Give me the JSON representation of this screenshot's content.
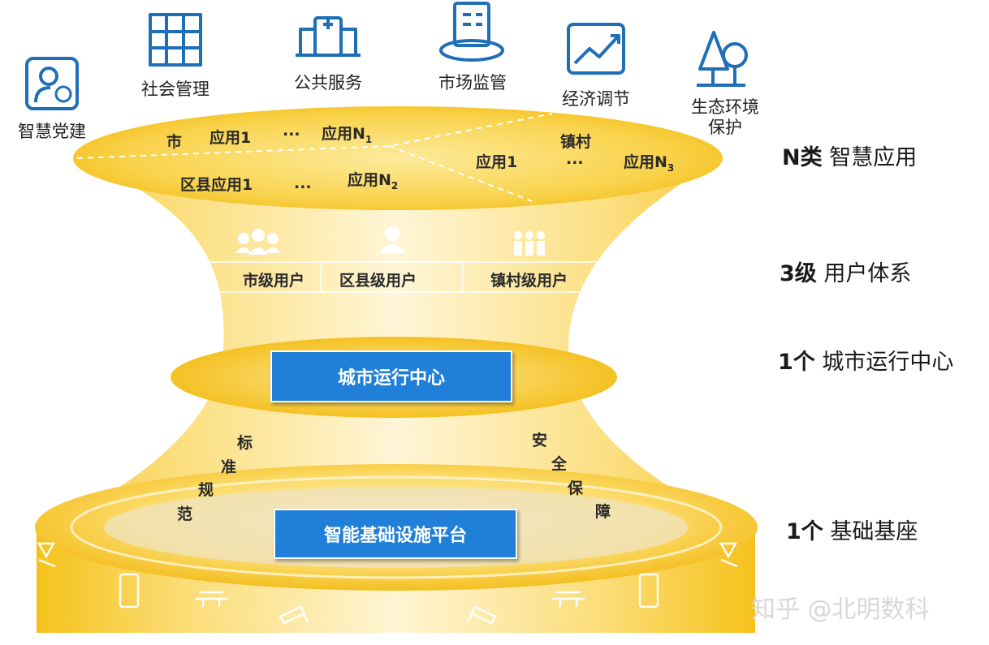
{
  "top_icons": [
    {
      "label": "智慧党建",
      "icon": "party-badge-icon"
    },
    {
      "label": "社会管理",
      "icon": "grid-icon"
    },
    {
      "label": "公共服务",
      "icon": "hospital-building-icon"
    },
    {
      "label": "市场监管",
      "icon": "document-stand-icon"
    },
    {
      "label": "经济调节",
      "icon": "trend-chart-icon"
    },
    {
      "label": "生态环境\n保护",
      "icon": "tree-icon"
    }
  ],
  "applications": {
    "city": {
      "prefix": "市",
      "app1": "应用1",
      "dots": "...",
      "appN": "应用N",
      "sub": "1"
    },
    "district": {
      "app1": "区县应用1",
      "dots": "...",
      "appN": "应用N",
      "sub": "2"
    },
    "town": {
      "prefix": "镇村",
      "app1": "应用1",
      "dots": "...",
      "appN": "应用N",
      "sub": "3"
    }
  },
  "users": [
    {
      "label": "市级用户",
      "icon": "user-group-icon"
    },
    {
      "label": "区县级用户",
      "icon": "user-icon"
    },
    {
      "label": "镇村级用户",
      "icon": "people-row-icon"
    }
  ],
  "center": {
    "label": "城市运行中心"
  },
  "standards": [
    "标",
    "准",
    "规",
    "范"
  ],
  "security": [
    "安",
    "全",
    "保",
    "障"
  ],
  "platform": {
    "label": "智能基础设施平台"
  },
  "right_labels": [
    {
      "bold": "N类",
      "text": " 智慧应用"
    },
    {
      "bold": "3级",
      "text": " 用户体系"
    },
    {
      "bold": "1个",
      "text": " 城市运行中心"
    },
    {
      "bold": "1个",
      "text": " 基础基座"
    }
  ],
  "watermark": "知乎 @北明数科",
  "colors": {
    "gold": "#f5c21b",
    "light_gold": "#fde9a4",
    "blue": "#1f7fd9",
    "icon_blue": "#1f6fb8"
  }
}
